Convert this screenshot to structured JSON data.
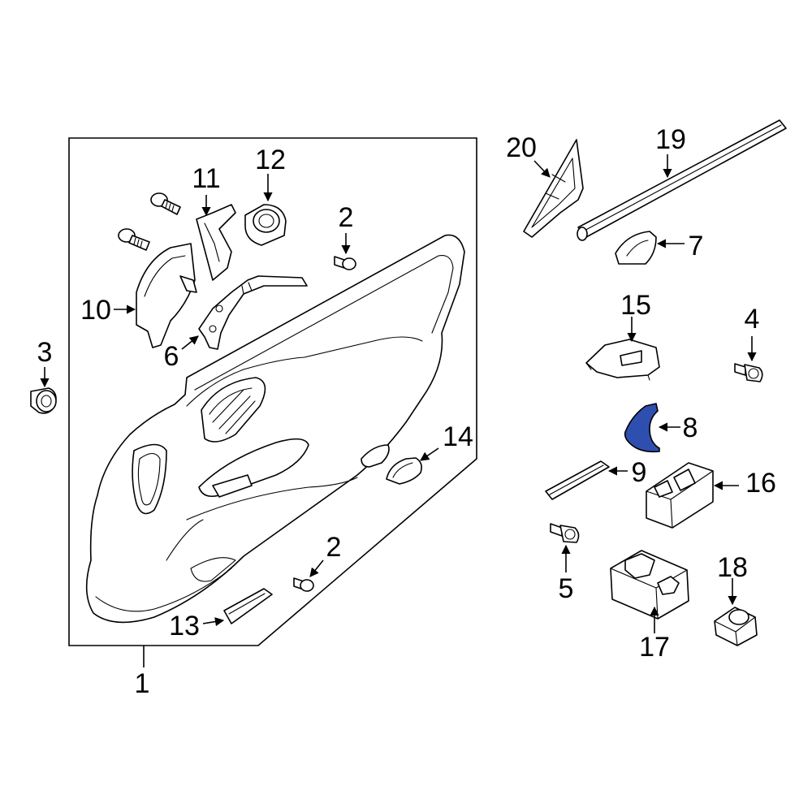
{
  "diagram": {
    "highlight_color": "#2f4fb0",
    "line_color": "#000000",
    "background": "#ffffff",
    "highlighted_part": "8",
    "callouts": {
      "c1": "1",
      "c2a": "2",
      "c2b": "2",
      "c3": "3",
      "c4": "4",
      "c5": "5",
      "c6": "6",
      "c7": "7",
      "c8": "8",
      "c9": "9",
      "c10": "10",
      "c11": "11",
      "c12": "12",
      "c13": "13",
      "c14": "14",
      "c15": "15",
      "c16": "16",
      "c17": "17",
      "c18": "18",
      "c19": "19",
      "c20": "20"
    }
  }
}
